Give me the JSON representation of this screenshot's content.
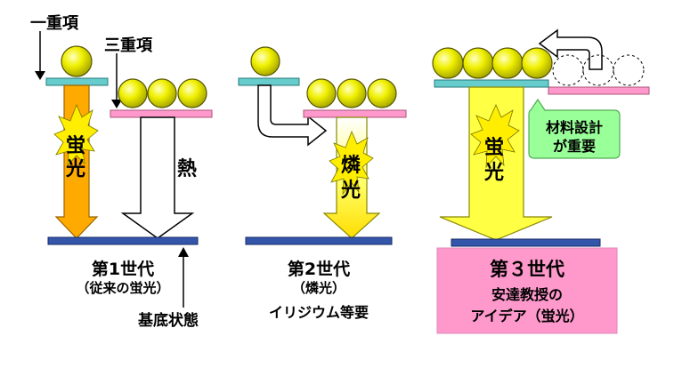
{
  "labels": {
    "singlet": "一重項",
    "triplet": "三重項",
    "heat": "熱",
    "ground_state": "基底状態",
    "material_design_line1": "材料設計",
    "material_design_line2": "が重要"
  },
  "arrow_texts": {
    "gen1_emission": [
      "蛍",
      "光"
    ],
    "gen2_emission": [
      "燐",
      "光"
    ],
    "gen3_emission": [
      "蛍",
      "光"
    ]
  },
  "generations": [
    {
      "title": "第1世代",
      "sub": [
        "（従来の蛍光）"
      ]
    },
    {
      "title": "第2世代",
      "sub": [
        "（燐光）",
        "イリジウム等要"
      ]
    },
    {
      "title": "第３世代",
      "sub": [
        "安達教授の",
        "アイデア（蛍光）"
      ]
    }
  ],
  "colors": {
    "singlet_bar": "#66cccc",
    "triplet_bar": "#ff99cc",
    "ground_bar": "#3355aa",
    "gen1_arrow": "#ffaa00",
    "gen3_arrow": "#ffff44",
    "electron": "#dddd00",
    "burst": "#ffee00",
    "callout": "#99ff99",
    "gen3_box": "#ff99cc"
  }
}
